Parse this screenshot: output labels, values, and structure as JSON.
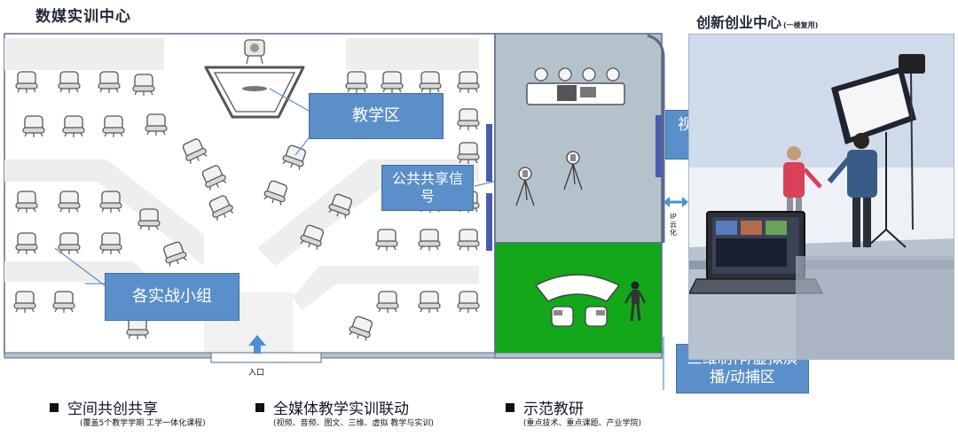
{
  "titles": {
    "left": "数媒实训中心",
    "right": "创新创业中心",
    "right_note": "(一楼复用)"
  },
  "zones": {
    "teaching": "教学区",
    "public_signal": "公共共享信号",
    "groups": "各实战小组",
    "av_capture": "视音频采编区",
    "three_d": "三维制作/虚拟演播/动捕区"
  },
  "entrance": "入口",
  "ip_cloud": "IP云化",
  "bullets": [
    {
      "title": "空间共创共享",
      "sub": "(覆盖5个教学学期 工学一体化课程)"
    },
    {
      "title": "全媒体教学实训联动",
      "sub": "(视频、音频、图文、三维、虚拟 教学与实训)"
    },
    {
      "title": "示范教研",
      "sub": "(重点技术、重点课题、产业学院)"
    }
  ],
  "colors": {
    "label_bg": "#5b8fc9",
    "control_room": "#b4c2cc",
    "green_screen": "#12a81a",
    "connector": "#4a5ab0",
    "arrow": "#4a90d9"
  }
}
